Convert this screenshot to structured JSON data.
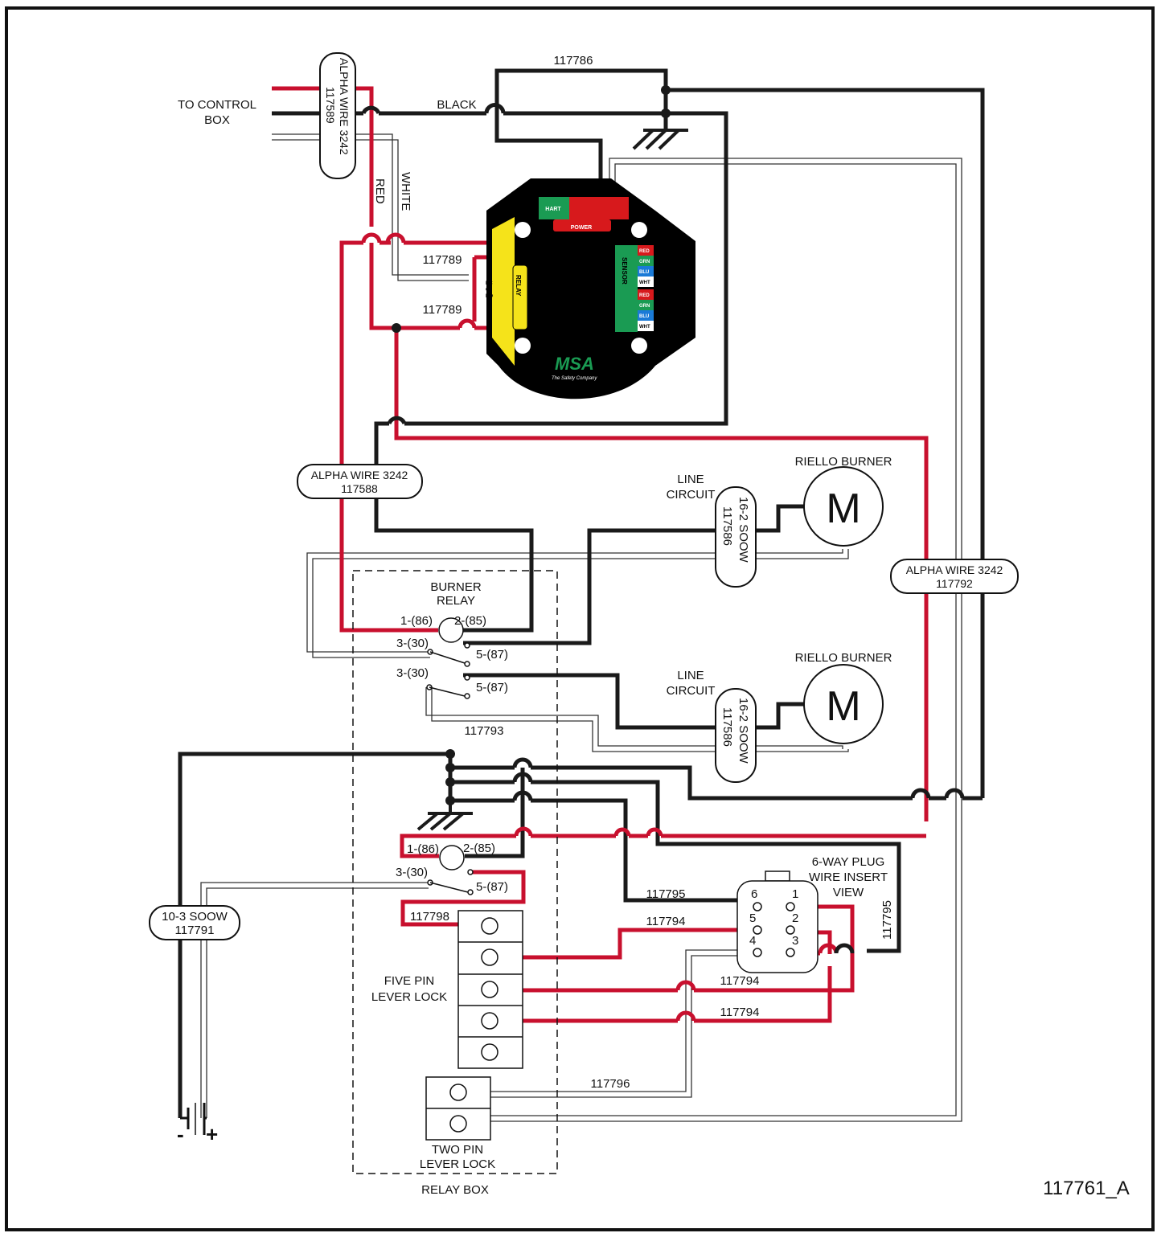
{
  "labels": {
    "to_control_box_1": "TO CONTROL",
    "to_control_box_2": "BOX",
    "black": "BLACK",
    "red": "RED",
    "white": "WHITE",
    "w117786": "117786",
    "w117789a": "117789",
    "w117789b": "117789",
    "alpha_top_1": "ALPHA WIRE 3242",
    "alpha_top_2": "117589",
    "alpha_mid_1": "ALPHA WIRE 3242",
    "alpha_mid_2": "117588",
    "alpha_right_1": "ALPHA WIRE 3242",
    "alpha_right_2": "117792",
    "riello_1": "RIELLO BURNER",
    "riello_2": "RIELLO BURNER",
    "motor": "M",
    "line_circuit_1a": "LINE",
    "line_circuit_1b": "CIRCUIT",
    "line_circuit_2a": "LINE",
    "line_circuit_2b": "CIRCUIT",
    "soow_1a": "16-2 SOOW",
    "soow_1b": "117586",
    "soow_2a": "16-2 SOOW",
    "soow_2b": "117586",
    "burner_relay_1": "BURNER",
    "burner_relay_2": "RELAY",
    "r1_pin86": "1-(86)",
    "r1_pin85": "2-(85)",
    "r1_pin30a": "3-(30)",
    "r1_pin87a": "5-(87)",
    "r1_pin30b": "3-(30)",
    "r1_pin87b": "5-(87)",
    "w117793": "117793",
    "r2_pin86": "1-(86)",
    "r2_pin85": "2-(85)",
    "r2_pin30": "3-(30)",
    "r2_pin87": "5-(87)",
    "w117798": "117798",
    "soow_103_1": "10-3 SOOW",
    "soow_103_2": "117791",
    "five_pin_1": "FIVE PIN",
    "five_pin_2": "LEVER LOCK",
    "two_pin_1": "TWO PIN",
    "two_pin_2": "LEVER LOCK",
    "relay_box": "RELAY BOX",
    "plug_1": "6-WAY PLUG",
    "plug_2": "WIRE INSERT",
    "plug_3": "VIEW",
    "p6": "6",
    "p5": "5",
    "p4": "4",
    "p1": "1",
    "p2": "2",
    "p3": "3",
    "w117795a": "117795",
    "w117795b": "117795",
    "w117794a": "117794",
    "w117794b": "117794",
    "w117794c": "117794",
    "w117796": "117796",
    "batt_minus": "-",
    "batt_plus": "+",
    "doc_id": "117761_A"
  },
  "device": {
    "hart": "HART",
    "power": "POWER",
    "relay": "RELAY",
    "sensor": "SENSOR",
    "brand": "MSA",
    "tagline": "The Safety Company",
    "sensor_pins": [
      "RED",
      "GRN",
      "BLU",
      "WHT",
      "RED",
      "GRN",
      "BLU",
      "WHT"
    ],
    "relay_pins": [
      "NC",
      "C",
      "NO"
    ]
  },
  "colors": {
    "black_wire": "#1a1a1a",
    "red_wire": "#c8102e",
    "white_wire": "#ffffff",
    "device_body": "#000000",
    "terminal_green": "#1a9b53",
    "terminal_red": "#d7191c",
    "terminal_yellow": "#f5e31a",
    "terminal_blue": "#1a7ad7"
  }
}
